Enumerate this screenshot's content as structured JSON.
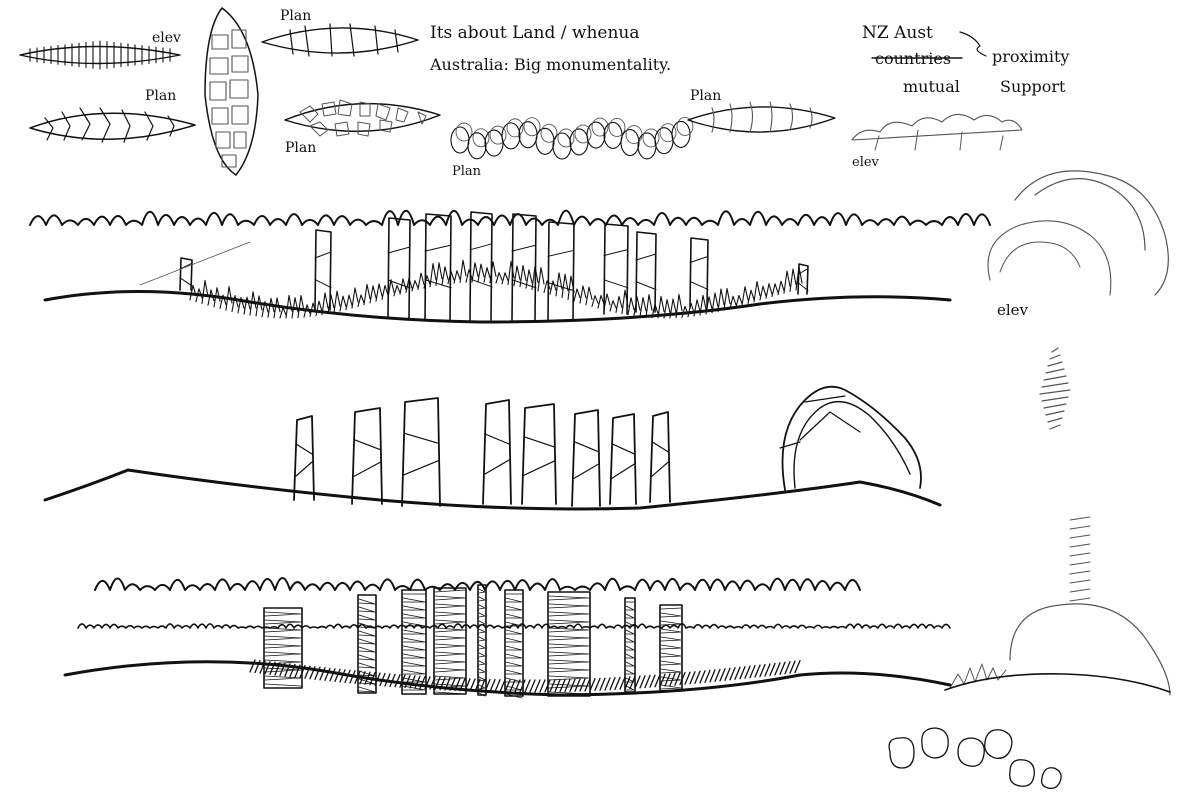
{
  "notes": {
    "plan_labels": [
      "Plan",
      "Plan",
      "Plan",
      "Plan",
      "Plan"
    ],
    "elev_labels": [
      "elev",
      "elev",
      "elev"
    ],
    "concept_line1": "Its about Land / whenua",
    "concept_line2": "Australia: Big monumentality.",
    "nz_line1": "NZ Aust",
    "nz_struck": "countries",
    "nz_proximity": "proximity",
    "nz_line3": "mutual",
    "nz_support": "Support"
  }
}
